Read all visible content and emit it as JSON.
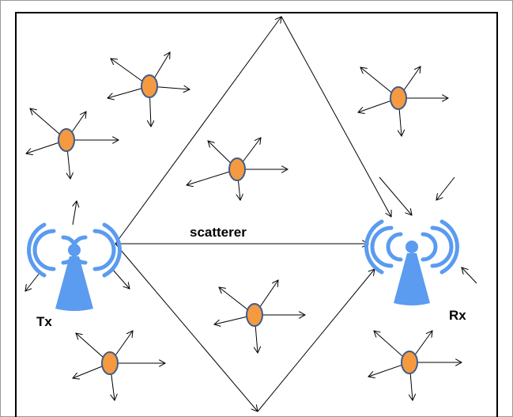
{
  "labels": {
    "tx": "Tx",
    "rx": "Rx",
    "scatterer": "scatterer"
  },
  "colors": {
    "background": "#ffffff",
    "frame": "#000000",
    "antenna": "#5b9bf0",
    "scatterer_fill": "#f59a40",
    "scatterer_stroke": "#3f5c8c",
    "ray": "#000000"
  },
  "icons": {
    "transmitter": "antenna-icon",
    "receiver": "antenna-icon"
  }
}
